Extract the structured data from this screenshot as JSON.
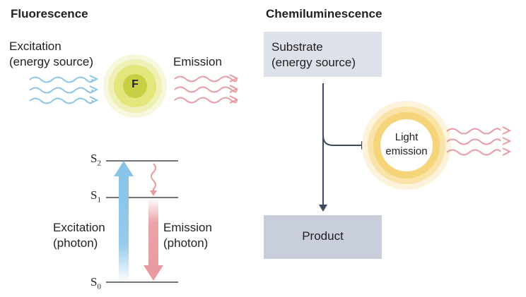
{
  "fluorescence": {
    "title": "Fluorescence",
    "excitation_label_line1": "Excitation",
    "excitation_label_line2": "(energy source)",
    "emission_label": "Emission",
    "fluorophore_letter": "F",
    "levels": {
      "s2_main": "S",
      "s2_sub": "2",
      "s1_main": "S",
      "s1_sub": "1",
      "s0_main": "S",
      "s0_sub": "0"
    },
    "excitation_photon_line1": "Excitation",
    "excitation_photon_line2": "(photon)",
    "emission_photon_line1": "Emission",
    "emission_photon_line2": "(photon)"
  },
  "chemiluminescence": {
    "title": "Chemiluminescence",
    "substrate_line1": "Substrate",
    "substrate_line2": "(energy source)",
    "light_line1": "Light",
    "light_line2": "emission",
    "product_label": "Product"
  },
  "colors": {
    "blue": "#89c4e9",
    "pink": "#e99aa0",
    "box_light": "#dde1ea",
    "box_dark": "#c8cedb",
    "arrow_dark": "#3e4a5e"
  }
}
